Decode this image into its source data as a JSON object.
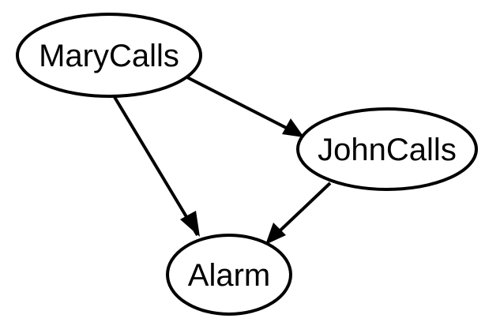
{
  "nodes": {
    "mary": "MaryCalls",
    "john": "JohnCalls",
    "alarm": "Alarm"
  },
  "edges": [
    [
      "MaryCalls",
      "JohnCalls"
    ],
    [
      "MaryCalls",
      "Alarm"
    ],
    [
      "JohnCalls",
      "Alarm"
    ]
  ]
}
